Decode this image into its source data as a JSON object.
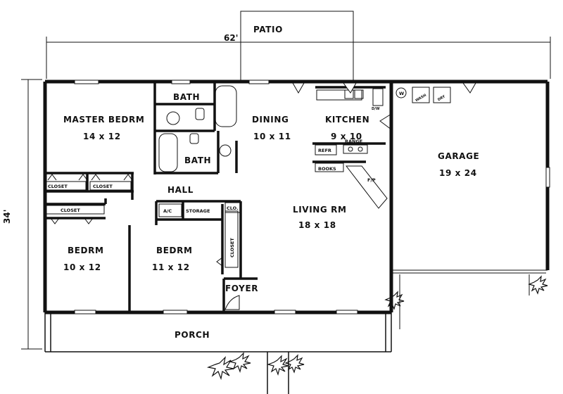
{
  "overall_width_label": "62'",
  "overall_depth_label": "34'",
  "rooms": {
    "patio": "PATIO",
    "porch": "PORCH",
    "garage": {
      "name": "GARAGE",
      "size": "19 x 24"
    },
    "master_bedroom": {
      "name": "MASTER BEDRM",
      "size": "14 x 12"
    },
    "dining": {
      "name": "DINING",
      "size": "10 x 11"
    },
    "kitchen": {
      "name": "KITCHEN",
      "size": "9 x 10"
    },
    "living": {
      "name": "LIVING RM",
      "size": "18 x 18"
    },
    "bedroom_left": {
      "name": "BEDRM",
      "size": "10 x 12"
    },
    "bedroom_middle": {
      "name": "BEDRM",
      "size": "11 x 12"
    },
    "bath_upper": "BATH",
    "bath_lower": "BATH",
    "hall": "HALL",
    "foyer": "FOYER"
  },
  "fixtures": {
    "closet": "CLOSET",
    "storage": "STORAGE",
    "ac": "A/C",
    "clo": "CLO.",
    "refr": "REFR",
    "range": "RANGE",
    "books": "BOOKS",
    "fireplace": "F/P",
    "water_heater": "W",
    "wash": "WASH",
    "dry": "DRY",
    "dw": "D/W"
  }
}
